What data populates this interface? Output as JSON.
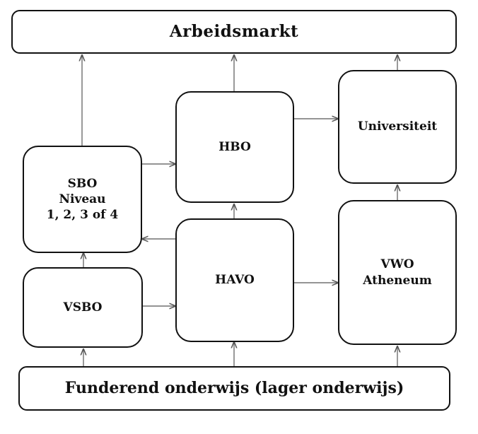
{
  "diagram": {
    "nodes": {
      "arbeidsmarkt": "Arbeidsmarkt",
      "universiteit": "Universiteit",
      "hbo": "HBO",
      "sbo": "SBO\nNiveau\n1, 2, 3 of 4",
      "vsbo": "VSBO",
      "havo": "HAVO",
      "vwo": "VWO\nAtheneum",
      "funderend": "Funderend onderwijs (lager onderwijs)"
    },
    "edges": [
      {
        "from": "funderend",
        "to": "vsbo"
      },
      {
        "from": "funderend",
        "to": "havo"
      },
      {
        "from": "funderend",
        "to": "vwo"
      },
      {
        "from": "vsbo",
        "to": "sbo"
      },
      {
        "from": "vsbo",
        "to": "havo"
      },
      {
        "from": "havo",
        "to": "sbo"
      },
      {
        "from": "havo",
        "to": "hbo"
      },
      {
        "from": "havo",
        "to": "vwo"
      },
      {
        "from": "sbo",
        "to": "hbo"
      },
      {
        "from": "sbo",
        "to": "arbeidsmarkt"
      },
      {
        "from": "hbo",
        "to": "arbeidsmarkt"
      },
      {
        "from": "hbo",
        "to": "universiteit"
      },
      {
        "from": "vwo",
        "to": "universiteit"
      },
      {
        "from": "universiteit",
        "to": "arbeidsmarkt"
      }
    ],
    "colors": {
      "stroke": "#111111",
      "arrow": "#555555"
    }
  }
}
